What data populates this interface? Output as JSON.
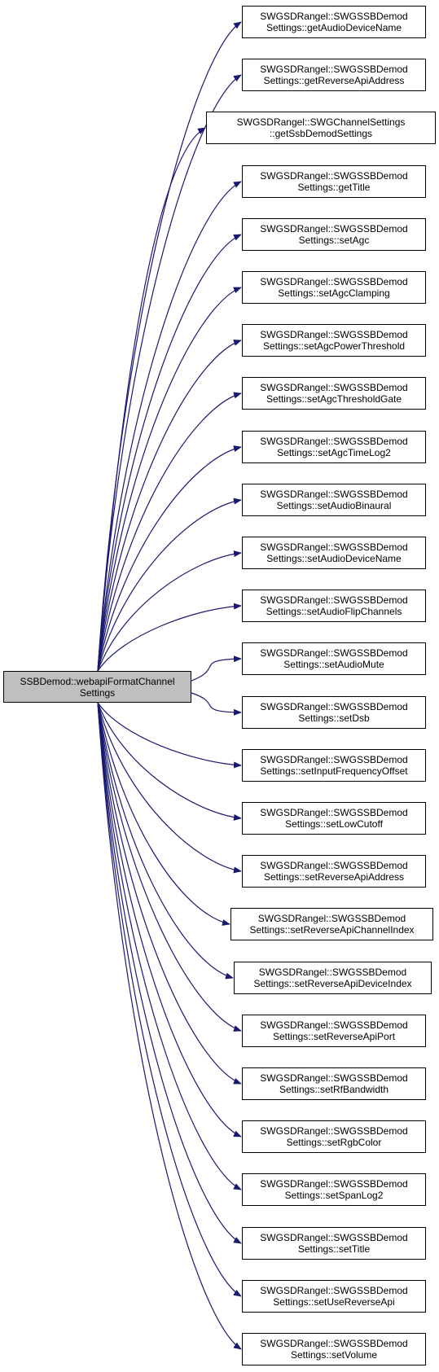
{
  "source": {
    "line1": "SSBDemod::webapiFormatChannel",
    "line2": "Settings"
  },
  "targets": [
    {
      "line1": "SWGSDRangel::SWGSSBDemod",
      "line2": "Settings::getAudioDeviceName"
    },
    {
      "line1": "SWGSDRangel::SWGSSBDemod",
      "line2": "Settings::getReverseApiAddress"
    },
    {
      "line1": "SWGSDRangel::SWGChannelSettings",
      "line2": "::getSsbDemodSettings"
    },
    {
      "line1": "SWGSDRangel::SWGSSBDemod",
      "line2": "Settings::getTitle"
    },
    {
      "line1": "SWGSDRangel::SWGSSBDemod",
      "line2": "Settings::setAgc"
    },
    {
      "line1": "SWGSDRangel::SWGSSBDemod",
      "line2": "Settings::setAgcClamping"
    },
    {
      "line1": "SWGSDRangel::SWGSSBDemod",
      "line2": "Settings::setAgcPowerThreshold"
    },
    {
      "line1": "SWGSDRangel::SWGSSBDemod",
      "line2": "Settings::setAgcThresholdGate"
    },
    {
      "line1": "SWGSDRangel::SWGSSBDemod",
      "line2": "Settings::setAgcTimeLog2"
    },
    {
      "line1": "SWGSDRangel::SWGSSBDemod",
      "line2": "Settings::setAudioBinaural"
    },
    {
      "line1": "SWGSDRangel::SWGSSBDemod",
      "line2": "Settings::setAudioDeviceName"
    },
    {
      "line1": "SWGSDRangel::SWGSSBDemod",
      "line2": "Settings::setAudioFlipChannels"
    },
    {
      "line1": "SWGSDRangel::SWGSSBDemod",
      "line2": "Settings::setAudioMute"
    },
    {
      "line1": "SWGSDRangel::SWGSSBDemod",
      "line2": "Settings::setDsb"
    },
    {
      "line1": "SWGSDRangel::SWGSSBDemod",
      "line2": "Settings::setInputFrequencyOffset"
    },
    {
      "line1": "SWGSDRangel::SWGSSBDemod",
      "line2": "Settings::setLowCutoff"
    },
    {
      "line1": "SWGSDRangel::SWGSSBDemod",
      "line2": "Settings::setReverseApiAddress"
    },
    {
      "line1": "SWGSDRangel::SWGSSBDemod",
      "line2": "Settings::setReverseApiChannelIndex"
    },
    {
      "line1": "SWGSDRangel::SWGSSBDemod",
      "line2": "Settings::setReverseApiDeviceIndex"
    },
    {
      "line1": "SWGSDRangel::SWGSSBDemod",
      "line2": "Settings::setReverseApiPort"
    },
    {
      "line1": "SWGSDRangel::SWGSSBDemod",
      "line2": "Settings::setRfBandwidth"
    },
    {
      "line1": "SWGSDRangel::SWGSSBDemod",
      "line2": "Settings::setRgbColor"
    },
    {
      "line1": "SWGSDRangel::SWGSSBDemod",
      "line2": "Settings::setSpanLog2"
    },
    {
      "line1": "SWGSDRangel::SWGSSBDemod",
      "line2": "Settings::setTitle"
    },
    {
      "line1": "SWGSDRangel::SWGSSBDemod",
      "line2": "Settings::setUseReverseApi"
    },
    {
      "line1": "SWGSDRangel::SWGSSBDemod",
      "line2": "Settings::setVolume"
    }
  ],
  "colors": {
    "edge": "#191970",
    "source_fill": "#bfbfbf",
    "node_fill": "#ffffff",
    "border": "#000000"
  }
}
